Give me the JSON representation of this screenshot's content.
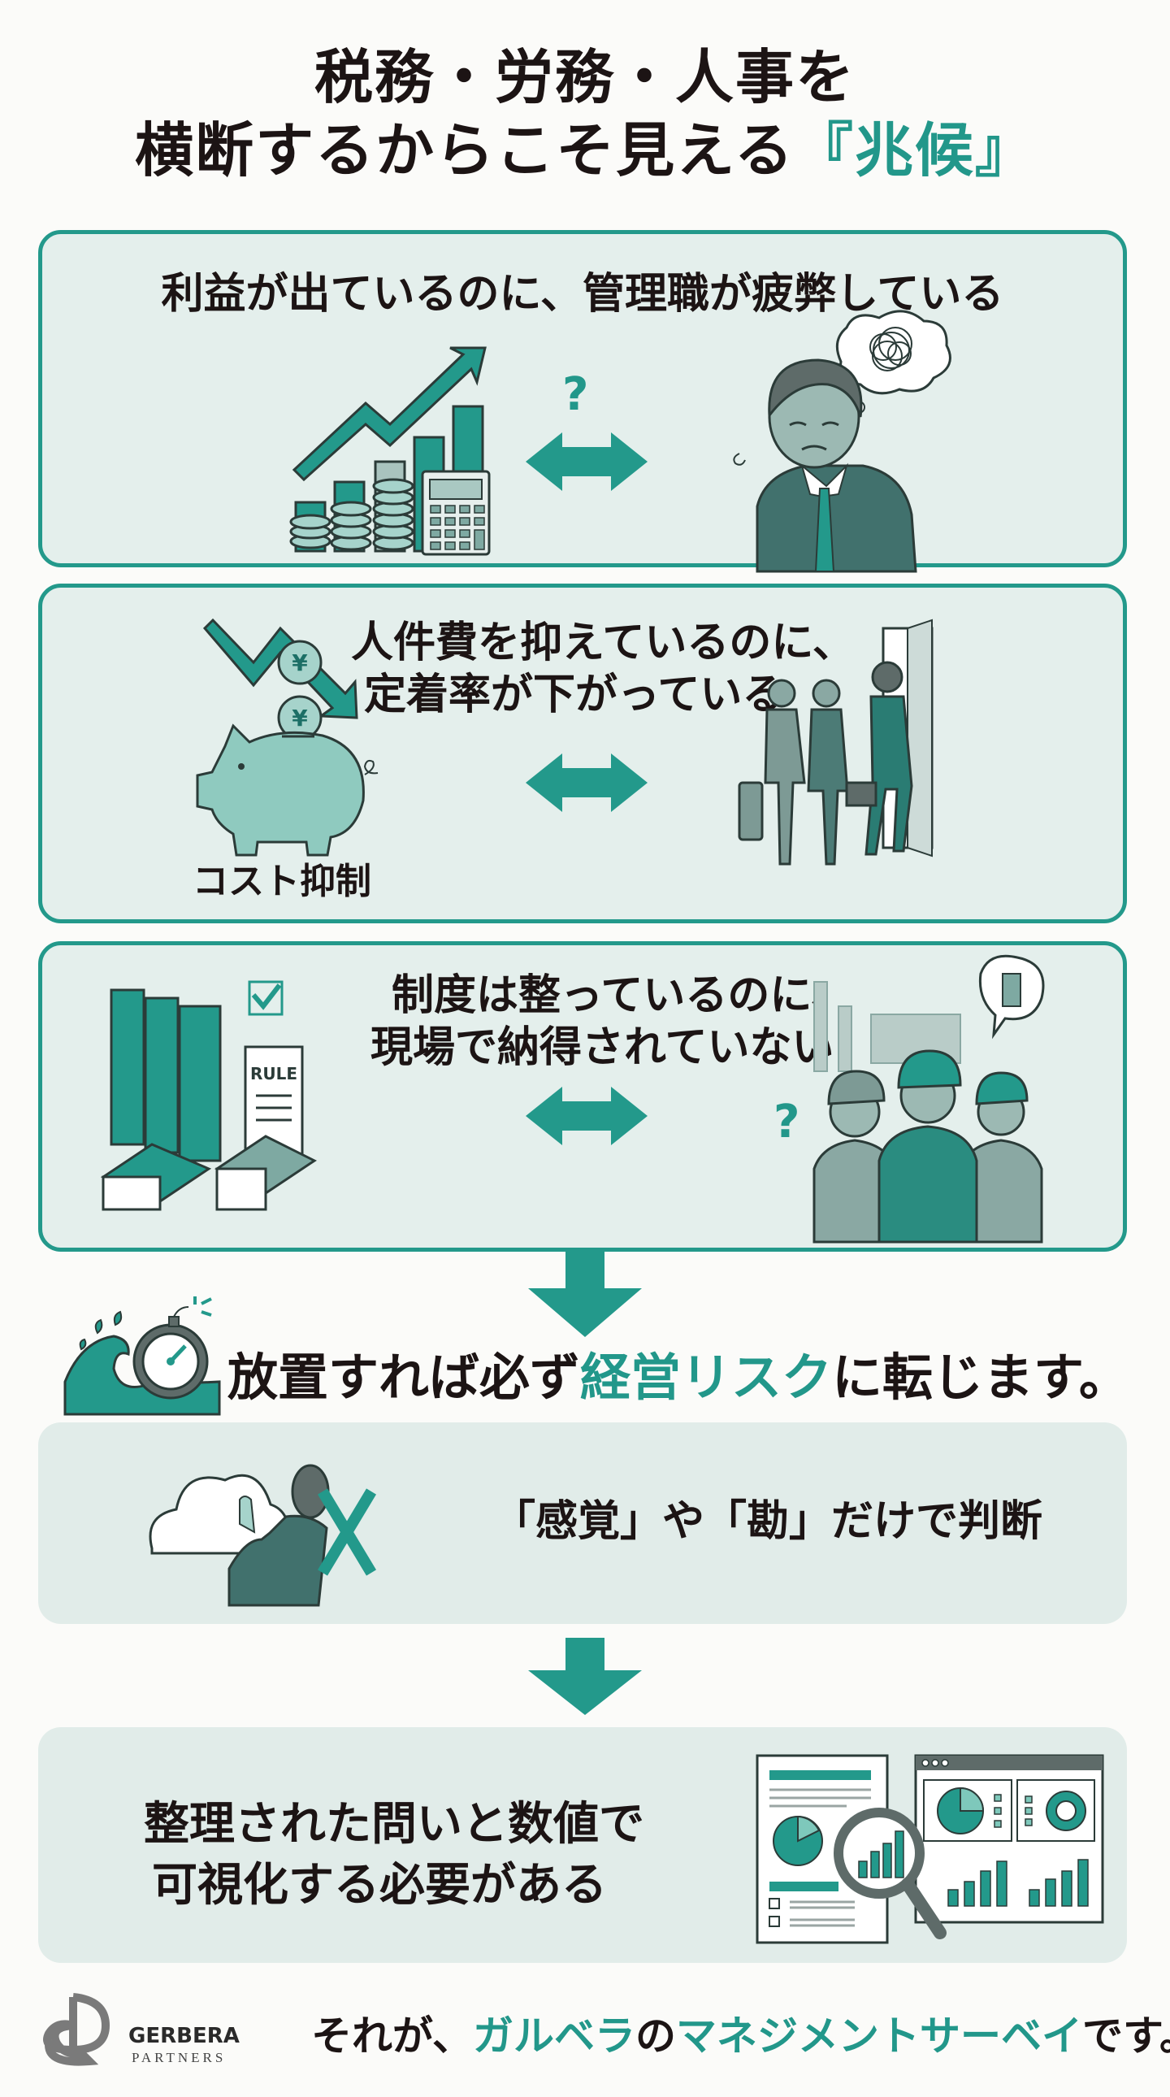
{
  "header": {
    "title_line1": "税務・労務・人事を",
    "title_line2_prefix": "横断するからこそ見える",
    "title_line2_highlight": "『兆候』"
  },
  "panels": [
    {
      "heading": "利益が出ているのに、管理職が疲弊している",
      "left_icon": "rising-chart-icon",
      "right_icon": "exhausted-manager-icon",
      "connector_icon": "double-arrow-question-icon",
      "connector_label": "?"
    },
    {
      "heading_line1": "人件費を抑えているのに、",
      "heading_line2": "定着率が下がっている",
      "left_caption": "コスト抑制",
      "left_icon": "piggy-bank-icon",
      "right_icon": "employees-leaving-icon",
      "connector_icon": "double-arrow-icon",
      "coin_symbol": "¥"
    },
    {
      "heading_line1": "制度は整っているのに、",
      "heading_line2": "現場で納得されていない",
      "left_icon": "rulebooks-icon",
      "rule_label": "RULE",
      "right_icon": "dissatisfied-workers-icon",
      "connector_icon": "double-arrow-icon",
      "question_mark": "?"
    }
  ],
  "risk": {
    "prefix": "放置すれば必ず",
    "highlight": "経営リスク",
    "suffix": "に転じます。",
    "icon": "time-bomb-wave-icon"
  },
  "intuition": {
    "text": "「感覚」や「勘」だけで判断",
    "icon": "person-cloud-cross-icon"
  },
  "solution": {
    "line1": "整理された問いと数値で",
    "line2": "可視化する必要がある",
    "icon": "dashboard-magnifier-icon"
  },
  "footer": {
    "logo_name": "GERBERA",
    "logo_sub": "PARTNERS",
    "prefix": "それが、",
    "brand": "ガルベラ",
    "mid": "の",
    "product": "マネジメントサーベイ",
    "suffix": "です。"
  },
  "colors": {
    "accent": "#22978a",
    "panel_bg": "#e4efec",
    "text": "#1c1414",
    "gray": "#5e6b69"
  }
}
